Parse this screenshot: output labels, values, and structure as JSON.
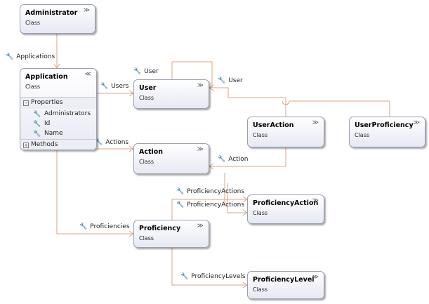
{
  "classes": {
    "administrator": {
      "name": "Administrator",
      "type": "Class",
      "chevron": "≫"
    },
    "application": {
      "name": "Application",
      "type": "Class",
      "chevron": "≪",
      "properties_label": "Properties",
      "properties_toggle": "−",
      "properties": [
        "Administrators",
        "Id",
        "Name"
      ],
      "methods_label": "Methods",
      "methods_toggle": "+"
    },
    "user": {
      "name": "User",
      "type": "Class",
      "chevron": "≫"
    },
    "action": {
      "name": "Action",
      "type": "Class",
      "chevron": "≫"
    },
    "proficiency": {
      "name": "Proficiency",
      "type": "Class",
      "chevron": "≫"
    },
    "user_action": {
      "name": "UserAction",
      "type": "Class",
      "chevron": "≫"
    },
    "user_proficiency": {
      "name": "UserProficiency",
      "type": "Class",
      "chevron": "≫"
    },
    "proficiency_action": {
      "name": "ProficiencyAction",
      "type": "Class",
      "chevron": "≫"
    },
    "proficiency_level": {
      "name": "ProficiencyLevel",
      "type": "Class",
      "chevron": "≫"
    }
  },
  "associations": {
    "applications": "Applications",
    "users": "Users",
    "user_self": "User",
    "user_from_useraction": "User",
    "actions": "Actions",
    "action_from_useraction": "Action",
    "proficiencies": "Proficiencies",
    "proficiency_actions_1": "ProficiencyActions",
    "proficiency_actions_2": "ProficiencyActions",
    "proficiency_levels": "ProficiencyLevels"
  },
  "icons": {
    "property": "wrench-icon"
  },
  "colors": {
    "connector": "#d9a586",
    "box_border": "#9aa0b4"
  }
}
